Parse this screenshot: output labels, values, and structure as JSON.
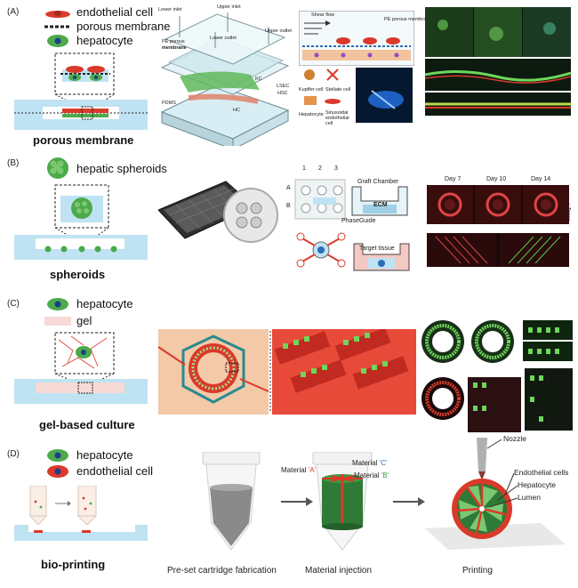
{
  "panels": {
    "A": {
      "letter": "(A)",
      "legend": [
        "endothelial cell",
        "porous membrane",
        "hepatocyte"
      ],
      "caption": "porous membrane",
      "device_labels": {
        "lower_inlet": "Lower inlet",
        "upper_inlet": "Upper inlet",
        "upper_outlet": "Upper outlet",
        "lower_outlet": "Lower outlet",
        "pe_porous": "PE porous",
        "membrane": "membrane",
        "pdms": "PDMS",
        "hc": "HC",
        "kc": "KC",
        "lsec": "LSEC",
        "hsc": "HSC",
        "shear_flow": "Shear flow",
        "pe_porous_membrane": "PE porous membrane",
        "kupffer_cell": "Kupffer cell",
        "stellate_cell": "Stellate cell",
        "sinusoidal": "Sinusoidal endothelial cell",
        "hepatocyte": "Hepatocyte"
      }
    },
    "B": {
      "letter": "(B)",
      "legend": [
        "hepatic spheroids"
      ],
      "caption": "spheroids",
      "chip_labels": {
        "col1": "1",
        "col2": "2",
        "col3": "3",
        "rowA": "A",
        "rowB": "B",
        "graft": "Graft Chamber",
        "ecm": "ECM",
        "phaseguide": "PhaseGuide",
        "target": "Target tissue"
      },
      "days": [
        "Day 7",
        "Day 10",
        "Day 14"
      ],
      "tissue_label": "+ Tissue"
    },
    "C": {
      "letter": "(C)",
      "legend": [
        "hepatocyte",
        "gel"
      ],
      "caption": "gel-based culture"
    },
    "D": {
      "letter": "(D)",
      "legend": [
        "hepatocyte",
        "endothelial cell"
      ],
      "caption": "bio-printing",
      "steps": [
        "Pre-set cartridge fabrication",
        "Material injection",
        "Printing"
      ],
      "materials": {
        "a_prefix": "Material ",
        "a_val": "'A'",
        "c_prefix": "Material ",
        "c_val": "'C'",
        "b_prefix": "Material ",
        "b_val": "'B'"
      },
      "print_labels": [
        "Nozzle",
        "Endothelial cells",
        "Hepatocyte",
        "Lumen"
      ]
    }
  },
  "colors": {
    "endothelial": "#d93a2b",
    "hepatocyte": "#4caa4a",
    "nucleus": "#1d3d8f",
    "chamber": "#bfe3f2",
    "gel": "#f7d9d6",
    "material_a": "#d93a2b",
    "material_b": "#3f9a3f",
    "material_c": "#2a6fb5"
  }
}
